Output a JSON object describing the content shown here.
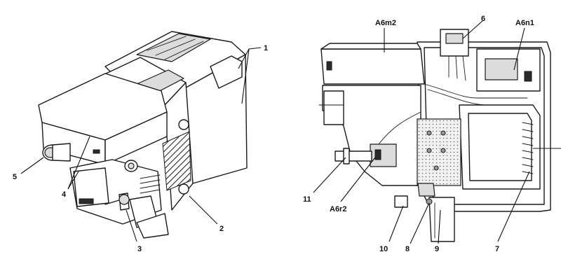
{
  "left_view": {
    "labels": {
      "l1": "1",
      "l2": "2",
      "l3": "3",
      "l4": "4",
      "l5": "5"
    }
  },
  "right_view": {
    "labels": {
      "a6m2": "A6m2",
      "a6n1": "A6n1",
      "l6": "6",
      "l7": "7",
      "l8": "8",
      "l9": "9",
      "l10": "10",
      "l11": "11",
      "a6r2": "A6r2"
    }
  }
}
